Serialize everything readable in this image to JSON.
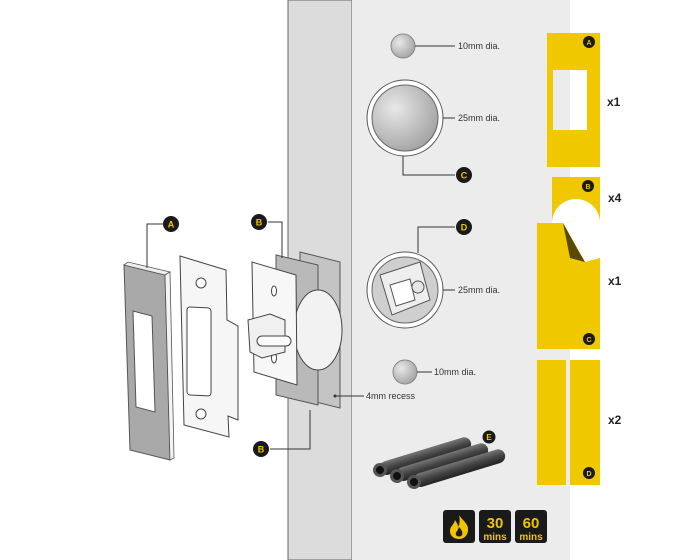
{
  "colors": {
    "yellow": "#f0c800",
    "badge": "#1a1a1a",
    "door_face": "#ececec",
    "door_edge": "#dcdcdc"
  },
  "callouts": {
    "a": "A",
    "b": "B",
    "c": "C",
    "d": "D",
    "e": "E"
  },
  "dimensions": {
    "hole_top": "10mm dia.",
    "hole_c": "25mm dia.",
    "hole_d": "25mm dia.",
    "hole_bottom": "10mm dia.",
    "recess": "4mm recess"
  },
  "intumescent_pieces": [
    {
      "letter": "A",
      "quantity": "x1"
    },
    {
      "letter": "B",
      "quantity": "x4"
    },
    {
      "letter": "C",
      "quantity": "x1"
    },
    {
      "letter": "D",
      "quantity": "x2"
    }
  ],
  "ratings": {
    "fire_icon": "fire-icon",
    "r30_value": "30",
    "r30_unit": "mins",
    "r60_value": "60",
    "r60_unit": "mins"
  }
}
